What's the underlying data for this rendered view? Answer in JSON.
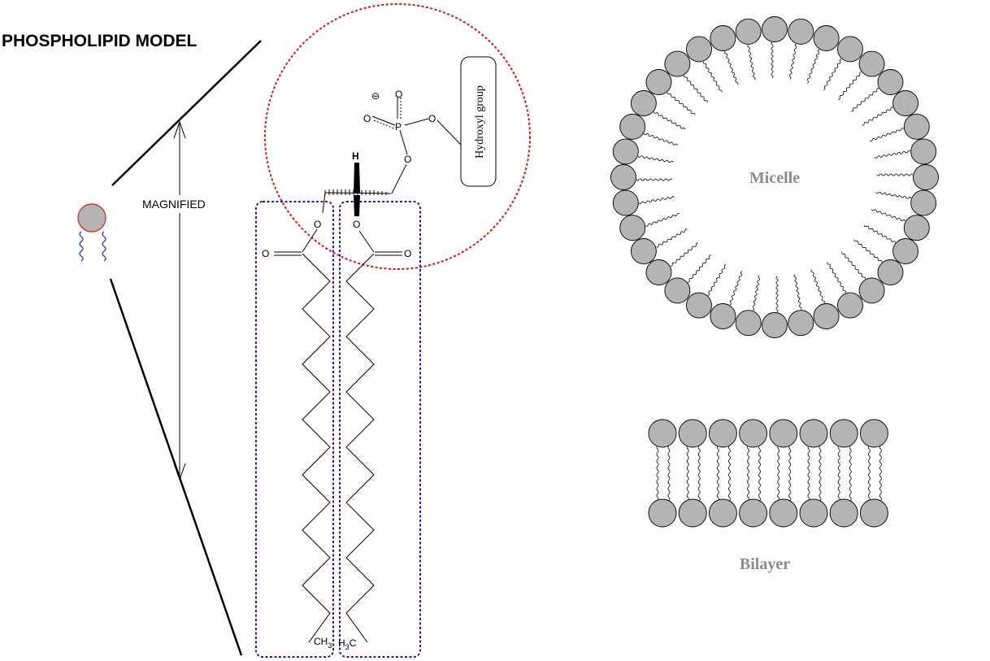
{
  "title": "PHOSPHOLIPID MODEL",
  "magnified_label": "MAGNIFIED",
  "hydroxyl_label": "Hydroxyl group",
  "micelle_label": "Micelle",
  "bilayer_label": "Bilayer",
  "atoms": {
    "charge": "⊖",
    "oxygen": "O",
    "phosphorus": "P",
    "hydrogen": "H",
    "chain_end_left": "CH",
    "chain_end_right_prefix": "H",
    "chain_end_right_suffix": "C",
    "subscript": "3"
  },
  "colors": {
    "head_fill": "#b4b4b4",
    "model_head_outline": "#d42020",
    "model_tail": "#2a2ad8",
    "red_circle": "#e01010",
    "blue_box": "#1a1ac8",
    "label_gray": "#8c8c8c"
  },
  "micelle_count": 36,
  "bilayer_columns": 8
}
